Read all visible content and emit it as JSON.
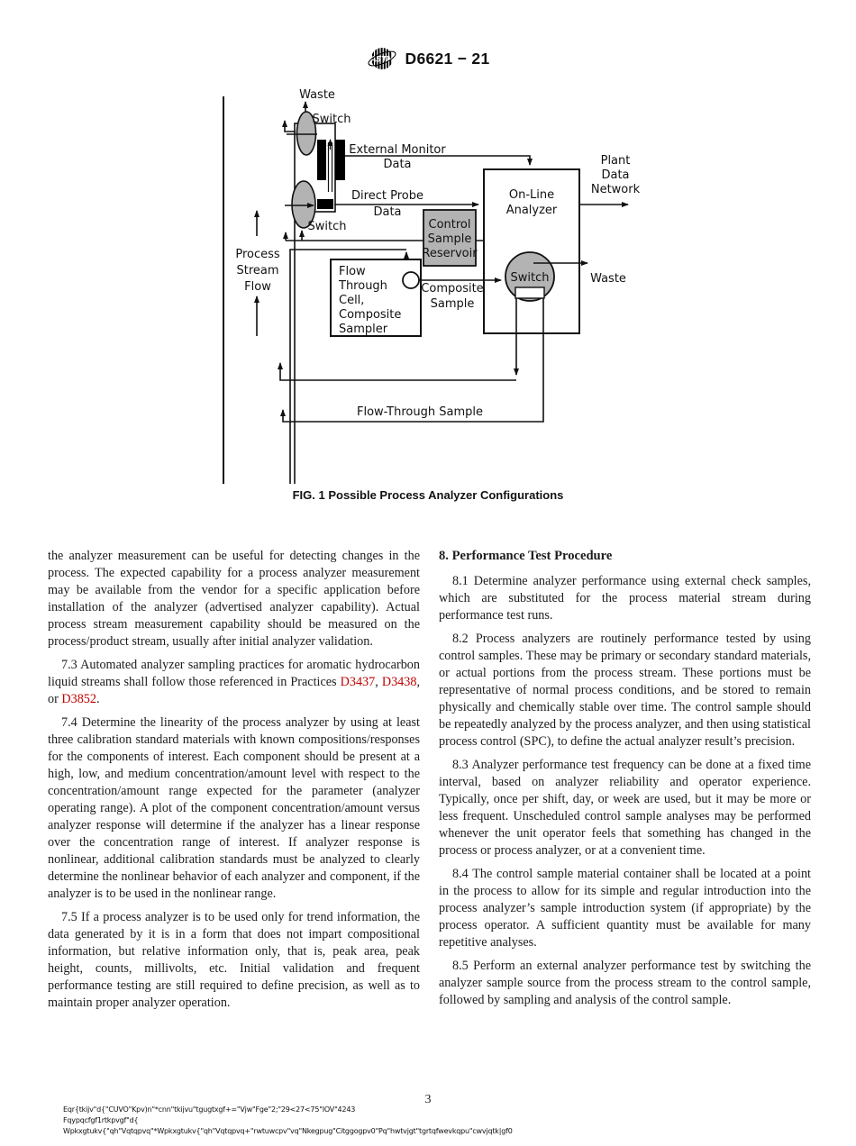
{
  "header": {
    "doc_code": "D6621 − 21"
  },
  "figure": {
    "caption": "FIG. 1 Possible Process Analyzer Configurations",
    "labels": {
      "waste_top": "Waste",
      "switch_top": "Switch",
      "external_monitor_1": "External Monitor",
      "external_monitor_2": "Data",
      "direct_probe_1": "Direct Probe",
      "direct_probe_2": "Data",
      "switch_mid": "Switch",
      "process_stream_1": "Process",
      "process_stream_2": "Stream",
      "process_stream_3": "Flow",
      "control_reservoir_1": "Control",
      "control_reservoir_2": "Sample",
      "control_reservoir_3": "Reservoir",
      "flow_cell_1": "Flow",
      "flow_cell_2": "Through",
      "flow_cell_3": "Cell,",
      "flow_cell_4": "Composite",
      "flow_cell_5": "Sampler",
      "composite_1": "Composite",
      "composite_2": "Sample",
      "online_analyzer_1": "On-Line",
      "online_analyzer_2": "Analyzer",
      "plant_1": "Plant",
      "plant_2": "Data",
      "plant_3": "Network",
      "switch_circle": "Switch",
      "waste_right": "Waste",
      "flow_through_sample": "Flow-Through Sample"
    }
  },
  "left_column": {
    "para_intro": "the analyzer measurement can be useful for detecting changes in the process. The expected capability for a process analyzer measurement may be available from the vendor for a specific application before installation of the analyzer (advertised analyzer capability). Actual process stream measurement capability should be measured on the process/product stream, usually after initial analyzer validation.",
    "para_7_3": {
      "pre": "7.3 Automated analyzer sampling practices for aromatic hydrocarbon liquid streams shall follow those referenced in Practices ",
      "link1": "D3437",
      "sep1": ", ",
      "link2": "D3438",
      "sep2": ", or ",
      "link3": "D3852",
      "end": "."
    },
    "para_7_4": "7.4 Determine the linearity of the process analyzer by using at least three calibration standard materials with known compositions/responses for the components of interest. Each component should be present at a high, low, and medium concentration/amount level with respect to the concentration/amount range expected for the parameter (analyzer operating range). A plot of the component concentration/amount versus analyzer response will determine if the analyzer has a linear response over the concentration range of interest. If analyzer response is nonlinear, additional calibration standards must be analyzed to clearly determine the nonlinear behavior of each analyzer and component, if the analyzer is to be used in the nonlinear range.",
    "para_7_5": "7.5 If a process analyzer is to be used only for trend information, the data generated by it is in a form that does not impart compositional information, but relative information only, that is, peak area, peak height, counts, millivolts, etc. Initial validation and frequent performance testing are still required to define precision, as well as to maintain proper analyzer operation."
  },
  "right_column": {
    "heading_8": "8. Performance Test Procedure",
    "para_8_1": "8.1 Determine analyzer performance using external check samples, which are substituted for the process material stream during performance test runs.",
    "para_8_2": "8.2 Process analyzers are routinely performance tested by using control samples. These may be primary or secondary standard materials, or actual portions from the process stream. These portions must be representative of normal process conditions, and be stored to remain physically and chemically stable over time. The control sample should be repeatedly analyzed by the process analyzer, and then using statistical process control (SPC), to define the actual analyzer result’s precision.",
    "para_8_3": "8.3 Analyzer performance test frequency can be done at a fixed time interval, based on analyzer reliability and operator experience. Typically, once per shift, day, or week are used, but it may be more or less frequent. Unscheduled control sample analyses may be performed whenever the unit operator feels that something has changed in the process or process analyzer, or at a convenient time.",
    "para_8_4": "8.4 The control sample material container shall be located at a point in the process to allow for its simple and regular introduction into the process analyzer’s sample introduction system (if appropriate) by the process operator. A sufficient quantity must be available for many repetitive analyses.",
    "para_8_5": "8.5 Perform an external analyzer performance test by switching the analyzer sample source from the process stream to the control sample, followed by sampling and analysis of the control sample."
  },
  "footer": {
    "page_number": "3",
    "notice_1": "Eqr{tkijv\"d{\"CUVO\"Kpv)n\"*cnn\"tkijvu\"tgugtxgf+=\"Vjw\"Fge\"2;\"29<27<75\"IOV\"4243",
    "notice_2": "Fqypqcfgf1rtkpvgf\"d{",
    "notice_3": "Wpkxgtukv{\"qh\"Vqtqpvq\"*Wpkxgtukv{\"qh\"Vqtqpvq+\"rwtuwcpv\"vq\"Nkegpug\"Citggogpv0\"Pq\"hwtvjgt\"tgrtqfwevkqpu\"cwvjqtk|gf0"
  },
  "colors": {
    "link": "#c00000",
    "diagram_gray": "#b3b3b3",
    "ink": "#111111"
  }
}
